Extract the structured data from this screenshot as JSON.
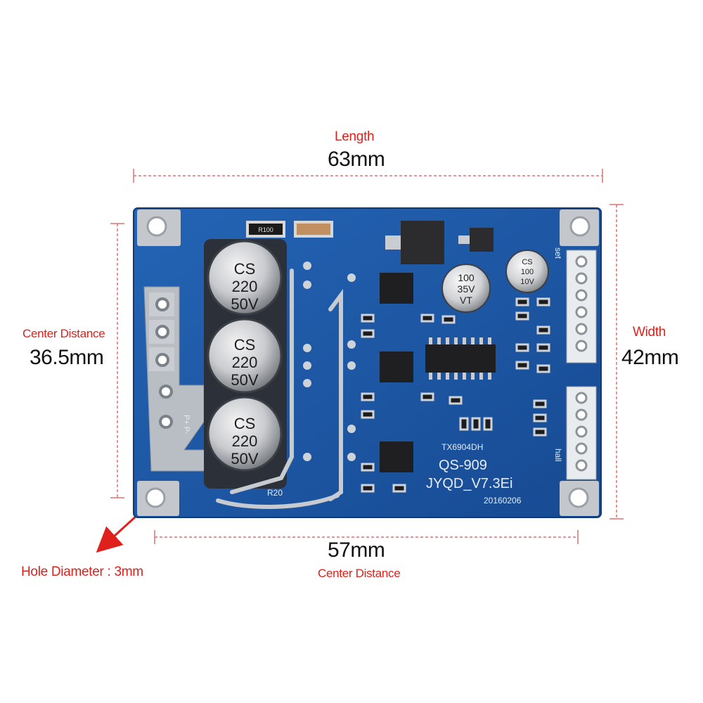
{
  "annotations": {
    "length_label": "Length",
    "length_value": "63mm",
    "left_label": "Center Distance",
    "left_value": "36.5mm",
    "width_label": "Width",
    "width_value": "42mm",
    "bottom_value": "57mm",
    "bottom_label": "Center Distance",
    "hole_label": "Hole Diameter : 3mm"
  },
  "board": {
    "capacitor_cs": "CS",
    "capacitor_value": "220",
    "capacitor_voltage": "50V",
    "small_cap1_top": "100",
    "small_cap1_mid": "35V",
    "small_cap1_bot": "VT",
    "small_cap2_top": "CS",
    "small_cap2_mid": "100",
    "small_cap2_bot": "10V",
    "resistor_label": "R100",
    "r20_label": "R20",
    "chip_label": "TX6904DH",
    "model_label": "QS-909",
    "version_label": "JYQD_V7.3Ei",
    "date_label": "20160206",
    "hall_label": "hall",
    "set_label": "set",
    "pins_label": "P+ P-"
  },
  "colors": {
    "pcb_blue": "#1d56a6",
    "annotation_red": "#e0201b",
    "dimension_black": "#111111"
  }
}
